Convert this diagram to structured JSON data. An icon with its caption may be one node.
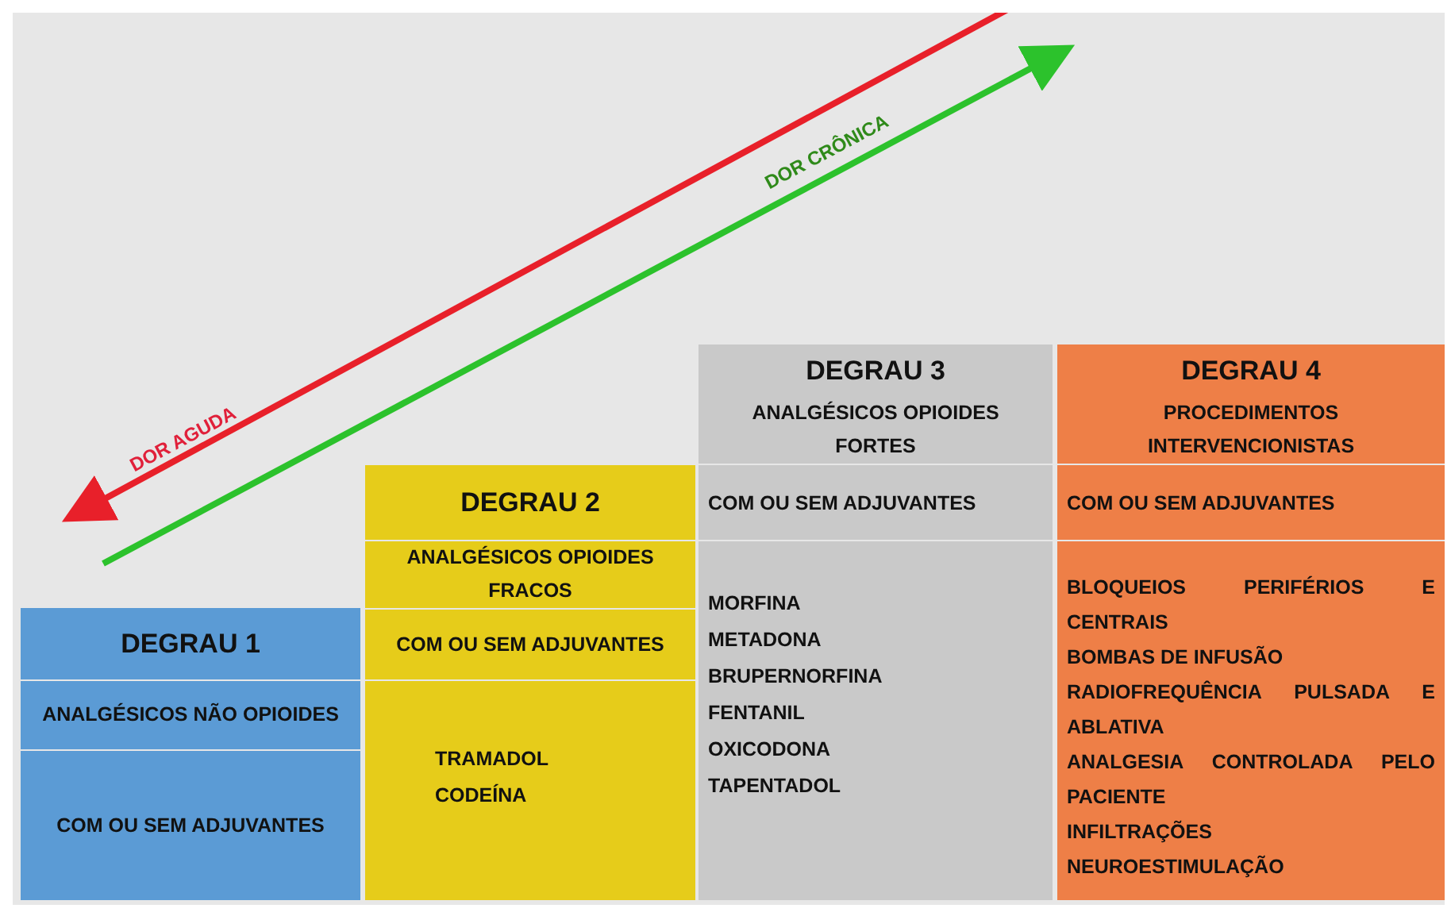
{
  "diagram": {
    "nodes": [
      {
        "text": [
          "DEGRAU 1"
        ]
      },
      {
        "text": [
          "ANALGÉSICOS NÃO OPIOIDES"
        ]
      },
      {
        "text": [
          "COM OU SEM ADJUVANTES"
        ]
      },
      {
        "text": [
          "DEGRAU 2"
        ]
      },
      {
        "text": [
          "ANALGÉSICOS OPIOIDES FRACOS"
        ]
      },
      {
        "text": [
          "COM OU SEM ADJUVANTES"
        ]
      },
      {
        "text": [
          "TRAMADOL",
          "CODEÍNA"
        ]
      },
      {
        "text": [
          "DEGRAU 3"
        ]
      },
      {
        "text": [
          "ANALGÉSICOS OPIOIDES FORTES"
        ]
      },
      {
        "text": [
          "COM OU SEM ADJUVANTES"
        ]
      },
      {
        "text": [
          "MORFINA",
          "METADONA",
          "BRUPERNORFINA",
          "FENTANIL",
          "OXICODONA",
          "TAPENTADOL"
        ]
      },
      {
        "text": [
          "DEGRAU 4"
        ]
      },
      {
        "text": [
          "PROCEDIMENTOS INTERVENCIONISTAS"
        ]
      },
      {
        "text": [
          "COM OU SEM ADJUVANTES"
        ]
      },
      {
        "text": [
          "BLOQUEIOS PERIFÉRIOS E CENTRAIS",
          "BOMBAS DE INFUSÃO",
          "RADIOFREQUÊNCIA PULSADA E ABLATIVA",
          "ANALGESIA CONTROLADA PELO PACIENTE",
          "INFILTRAÇÕES",
          "NEUROESTIMULAÇÃO"
        ]
      }
    ],
    "edges": [],
    "labels": [
      "DOR CRÔNICA",
      "DOR AGUDA"
    ]
  }
}
